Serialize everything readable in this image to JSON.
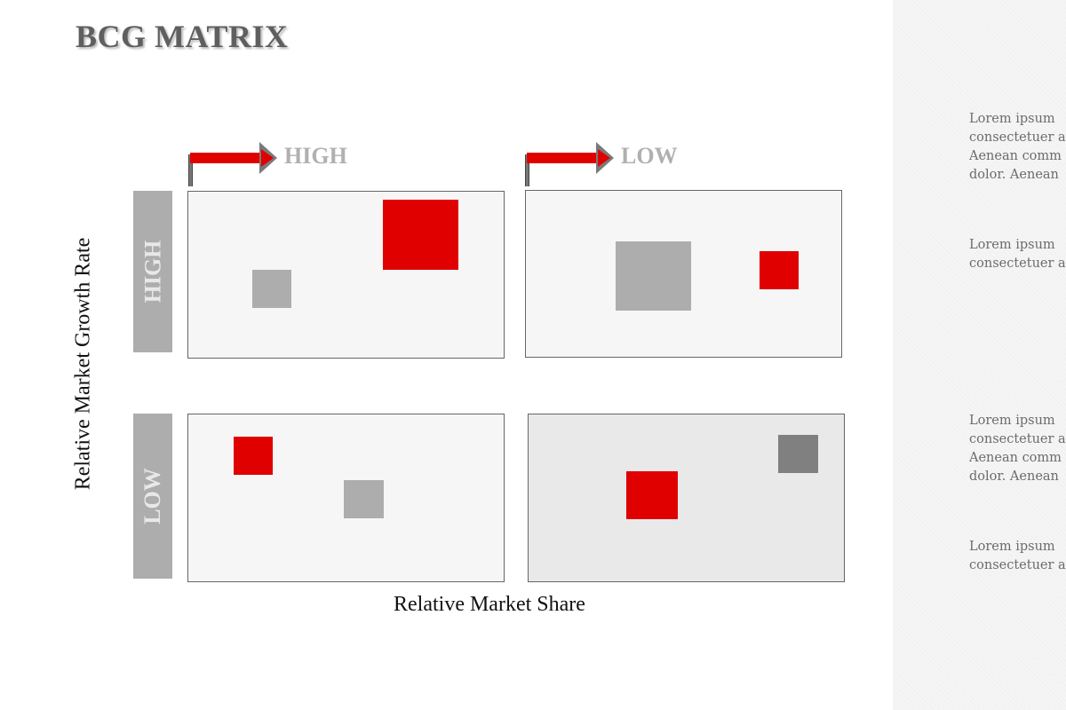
{
  "title": "BCG MATRIX",
  "axes": {
    "y_label": "Relative Market Growth Rate",
    "x_label": "Relative Market Share"
  },
  "columns": [
    {
      "label": "HIGH"
    },
    {
      "label": "LOW"
    }
  ],
  "rows": [
    {
      "label": "HIGH"
    },
    {
      "label": "LOW"
    }
  ],
  "colors": {
    "accent_red": "#e00000",
    "light_gray": "#adadad",
    "dark_gray": "#808080",
    "title_gray": "#5f5f5f"
  },
  "quadrants": [
    {
      "id": "high-high",
      "row": "HIGH",
      "col": "HIGH",
      "squares": [
        {
          "color": "red",
          "size": 84
        },
        {
          "color": "gray",
          "size": 43
        }
      ]
    },
    {
      "id": "high-low",
      "row": "HIGH",
      "col": "LOW",
      "squares": [
        {
          "color": "gray",
          "size": 84
        },
        {
          "color": "red",
          "size": 43
        }
      ]
    },
    {
      "id": "low-high",
      "row": "LOW",
      "col": "HIGH",
      "squares": [
        {
          "color": "red",
          "size": 43
        },
        {
          "color": "gray",
          "size": 44
        }
      ]
    },
    {
      "id": "low-low",
      "row": "LOW",
      "col": "LOW",
      "squares": [
        {
          "color": "red",
          "size": 57
        },
        {
          "color": "dark-gray",
          "size": 44
        }
      ]
    }
  ],
  "side_panel": {
    "blocks": [
      {
        "lines": [
          "Lorem ipsum",
          "consectetuer a",
          "Aenean comm",
          "dolor.  Aenean"
        ]
      },
      {
        "lines": [
          "Lorem ipsum",
          "consectetuer a"
        ]
      },
      {
        "lines": [
          "Lorem ipsum",
          "consectetuer a",
          "Aenean comm",
          "dolor.  Aenean"
        ]
      },
      {
        "lines": [
          "Lorem ipsum",
          "consectetuer a"
        ]
      }
    ]
  }
}
